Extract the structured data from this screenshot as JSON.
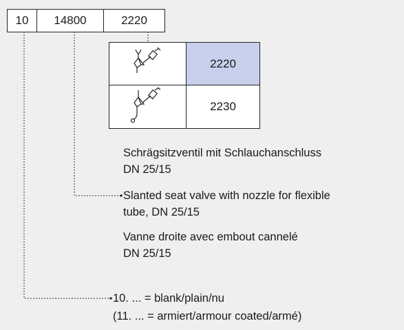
{
  "code_header": {
    "segments": [
      "10",
      "14800",
      "2220"
    ]
  },
  "variants": [
    {
      "code": "2220",
      "icon": "slanted-seat-valve-nozzle-top-icon",
      "highlighted": true
    },
    {
      "code": "2230",
      "icon": "slanted-seat-valve-nozzle-bottom-icon",
      "highlighted": false
    }
  ],
  "description": {
    "de_line1": "Schrägsitzventil mit Schlauchanschluss",
    "de_line2": "DN 25/15",
    "en_line1": "Slanted seat valve with nozzle for flexible",
    "en_line2": "tube, DN 25/15",
    "fr_line1": "Vanne droite avec embout cannelé",
    "fr_line2": "DN 25/15"
  },
  "finish": {
    "line1": "10. ... = blank/plain/nu",
    "line2": "(11. ... = armiert/armour coated/armé)"
  },
  "colors": {
    "background": "#efefef",
    "highlight": "#c9d0ec",
    "border": "#222222"
  }
}
